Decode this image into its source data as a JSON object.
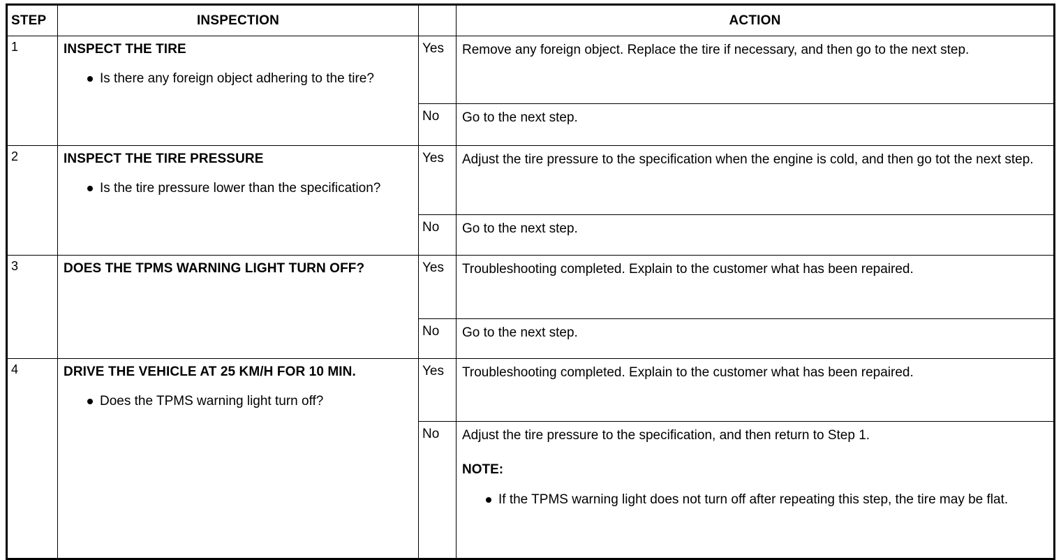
{
  "table": {
    "headers": {
      "step": "STEP",
      "inspection": "INSPECTION",
      "yes_no": "",
      "action": "ACTION"
    },
    "labels": {
      "yes": "Yes",
      "no": "No"
    },
    "rows": [
      {
        "step": "1",
        "inspection_title": "INSPECT THE TIRE",
        "inspection_bullets": [
          "Is there any foreign object adhering to the tire?"
        ],
        "yes_action": "Remove any foreign object. Replace the tire if necessary, and then go to the next step.",
        "no_action": "Go to the next step."
      },
      {
        "step": "2",
        "inspection_title": "INSPECT THE TIRE PRESSURE",
        "inspection_bullets": [
          "Is the tire pressure lower than the specification?"
        ],
        "yes_action": "Adjust the tire pressure to the specification when the engine is cold, and then go tot the next step.",
        "no_action": "Go to the next step."
      },
      {
        "step": "3",
        "inspection_title": "DOES THE TPMS WARNING LIGHT TURN OFF?",
        "inspection_bullets": [],
        "yes_action": "Troubleshooting completed. Explain to the customer what has been repaired.",
        "no_action": "Go to the next step."
      },
      {
        "step": "4",
        "inspection_title": "DRIVE THE VEHICLE AT 25 KM/H FOR 10 MIN.",
        "inspection_bullets": [
          "Does the TPMS warning light turn off?"
        ],
        "yes_action": "Troubleshooting completed. Explain to the customer what has been repaired.",
        "no_action": "Adjust the tire pressure to the specification, and then return to Step 1.",
        "no_note_heading": "NOTE:",
        "no_note_bullets": [
          "If the TPMS warning light does not turn off after repeating this step, the tire may be flat."
        ]
      }
    ]
  },
  "colors": {
    "text": "#000000",
    "background": "#ffffff",
    "border": "#000000"
  }
}
